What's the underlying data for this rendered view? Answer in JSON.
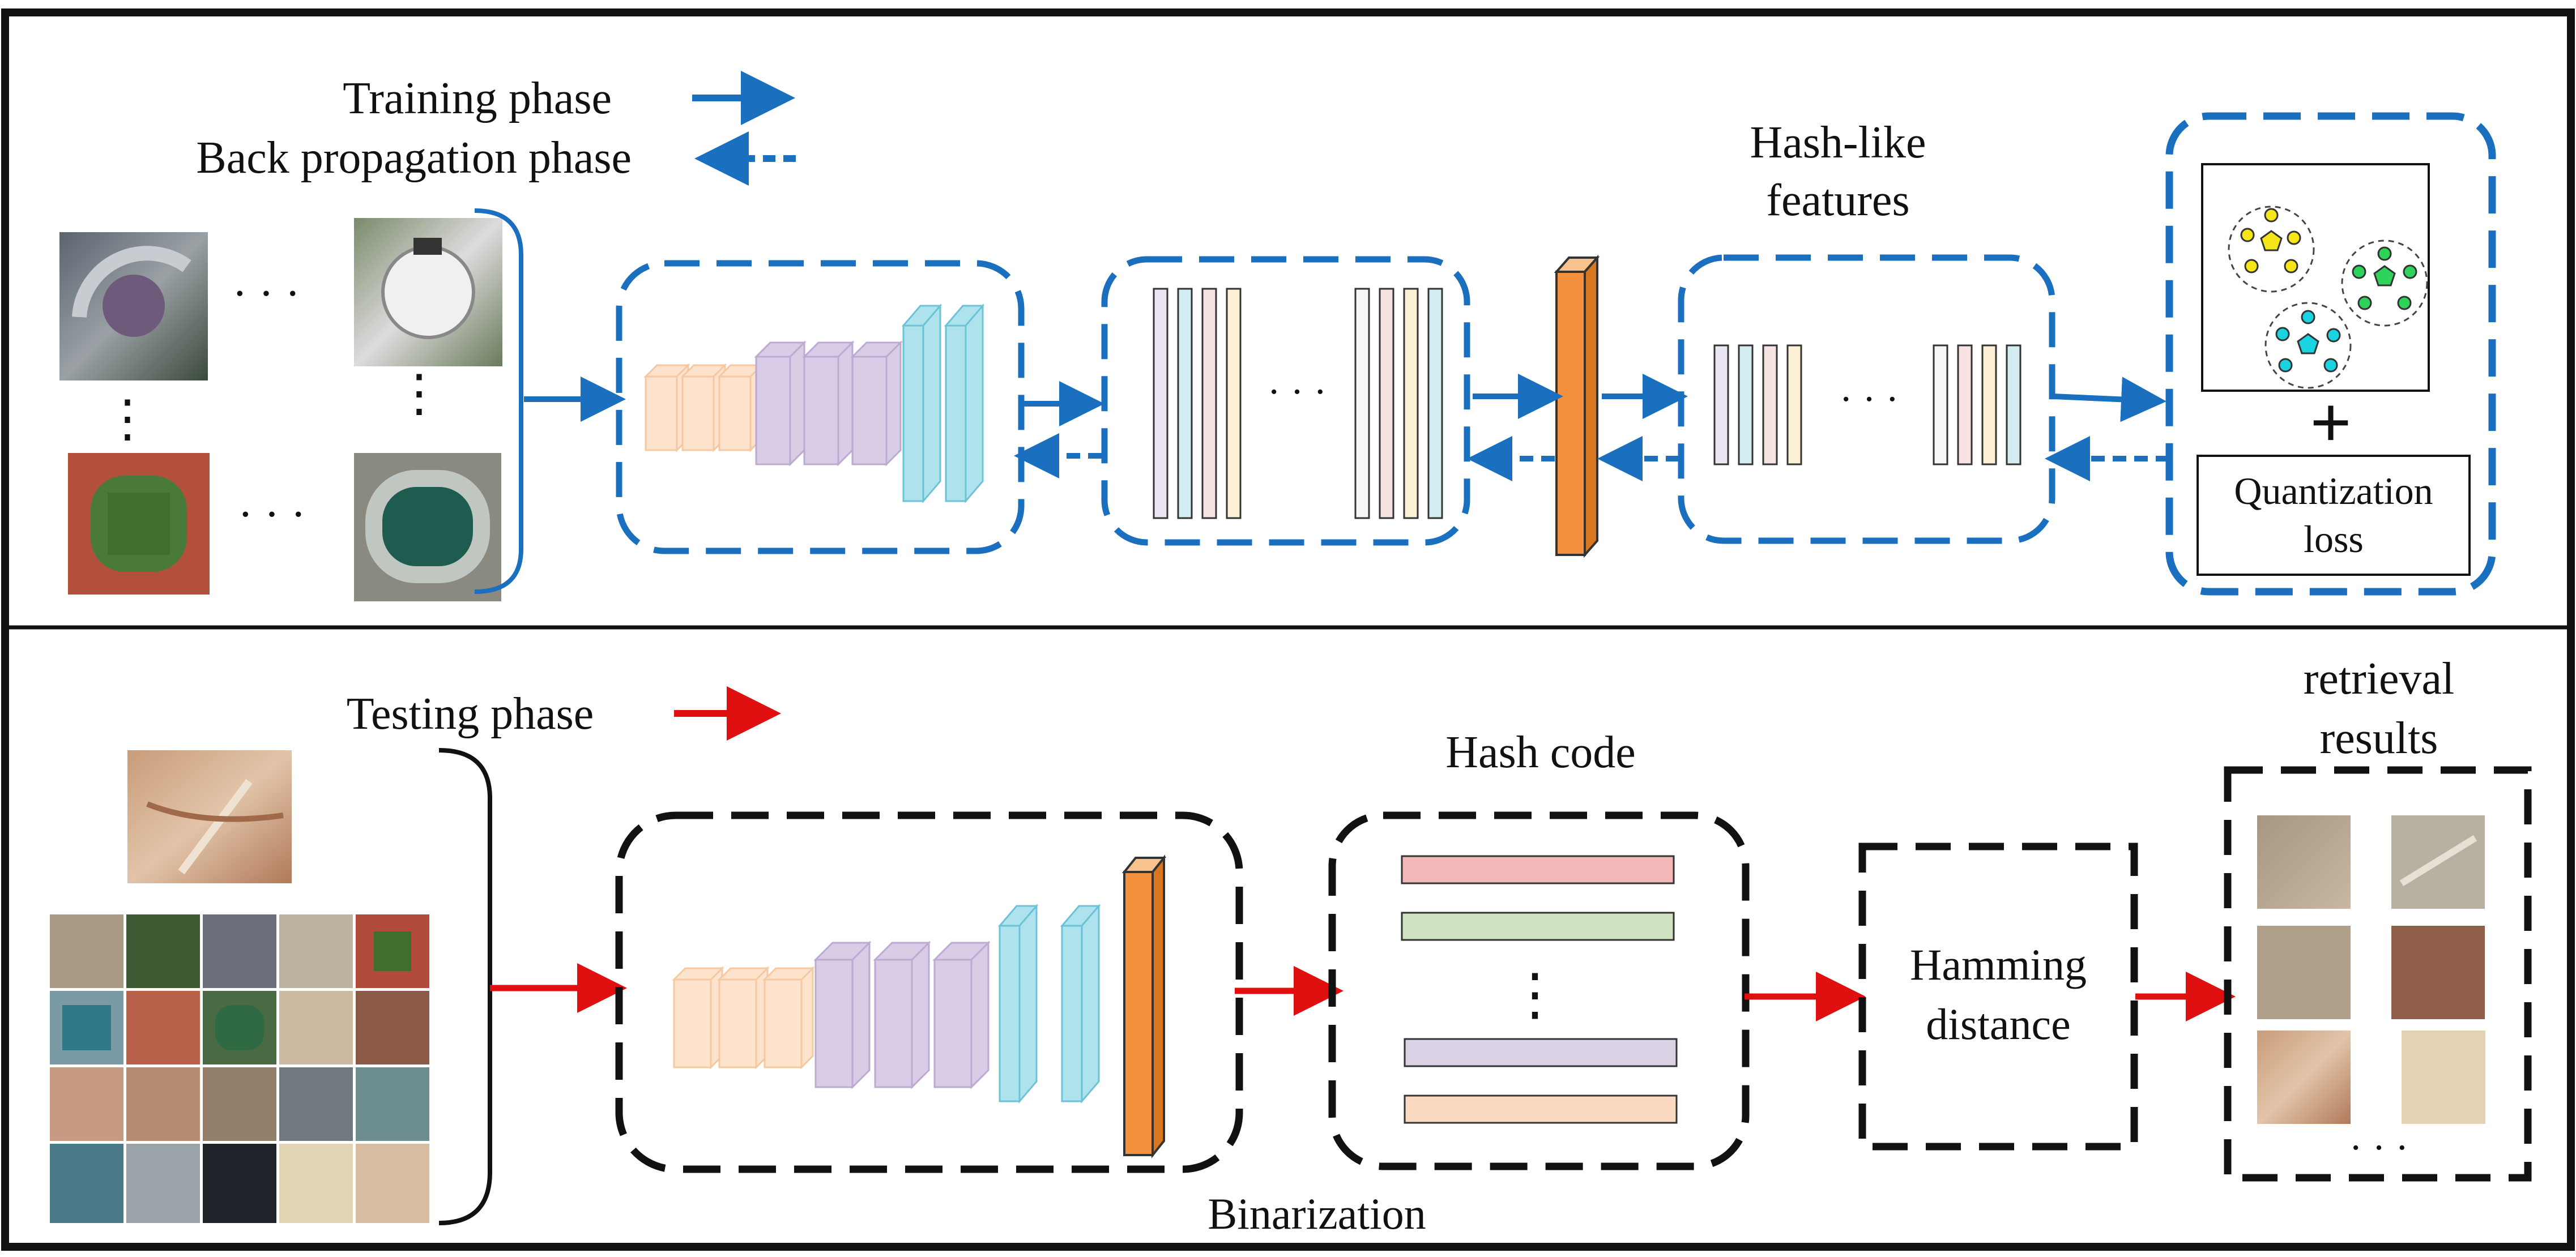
{
  "legend": {
    "training_phase": "Training phase",
    "back_propagation_phase": "Back propagation phase",
    "testing_phase": "Testing phase"
  },
  "labels": {
    "hash_like_features_1": "Hash-like",
    "hash_like_features_2": "features",
    "quantization_loss_1": "Quantization",
    "quantization_loss_2": "loss",
    "plus": "+",
    "hash_code": "Hash code",
    "binarization": "Binarization",
    "hamming_distance_1": "Hamming",
    "hamming_distance_2": "distance",
    "retrieval_results_1": "retrieval",
    "retrieval_results_2": "results",
    "ellipsis_h": "· · ·",
    "ellipsis_v": "⋮"
  },
  "colors": {
    "training_arrow": "#1a6fbf",
    "testing_arrow": "#e01010",
    "box_blue": "#1a6fbf",
    "box_black": "#111111",
    "conv_orange": "#fde2cc",
    "conv_purple": "#d9cce6",
    "fc_cyan": "#aee3ee",
    "hash_layer": "#f5913e"
  },
  "icons": {
    "cluster_yellow": "pentagon-cluster-icon",
    "cluster_green": "pentagon-cluster-icon",
    "cluster_cyan": "pentagon-cluster-icon"
  }
}
